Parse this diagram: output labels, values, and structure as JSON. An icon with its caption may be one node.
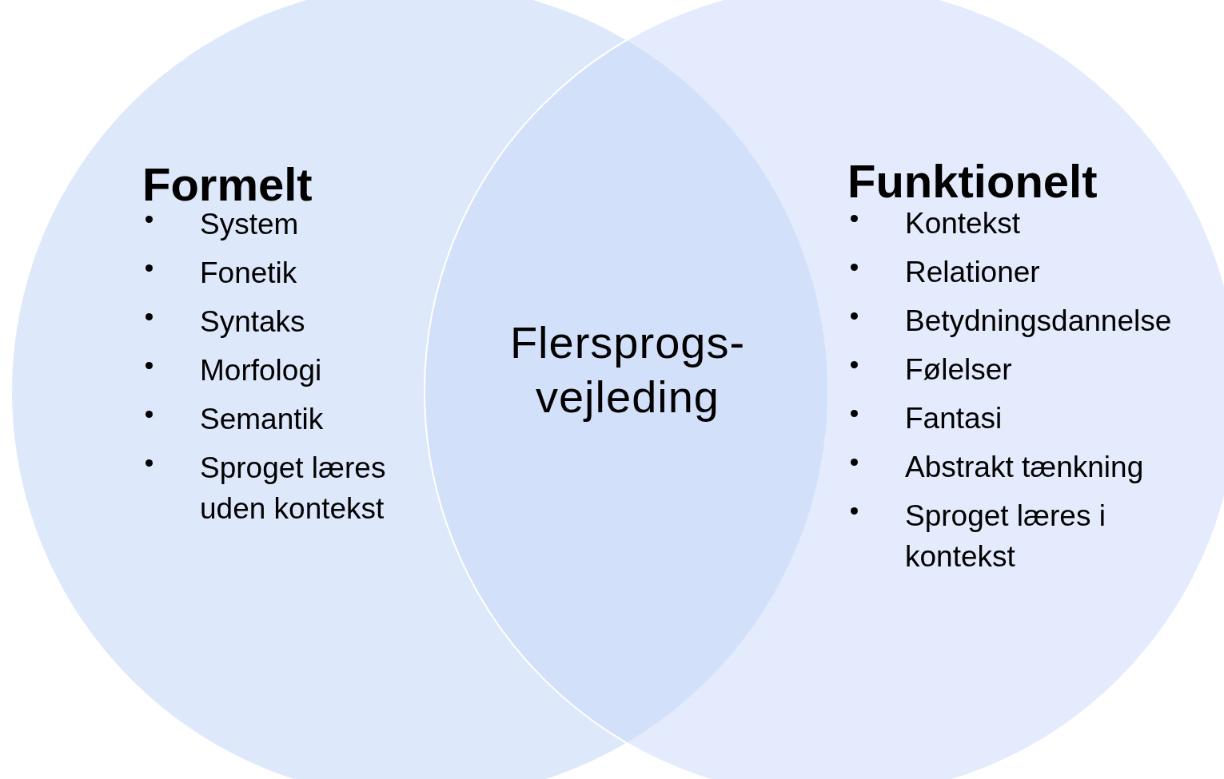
{
  "diagram": {
    "nodes": [
      {
        "text": [
          "Formelt",
          "System",
          "Fonetik",
          "Syntaks",
          "Morfologi",
          "Semantik",
          "Sproget læres uden kontekst"
        ]
      },
      {
        "text": [
          "Funktionelt",
          "Kontekst",
          "Relationer",
          "Betydningsdannelse",
          "Følelser",
          "Fantasi",
          "Abstrakt tænkning",
          "Sproget læres i kontekst"
        ]
      },
      {
        "text": [
          "Flersprogs- vejleding"
        ]
      }
    ]
  }
}
